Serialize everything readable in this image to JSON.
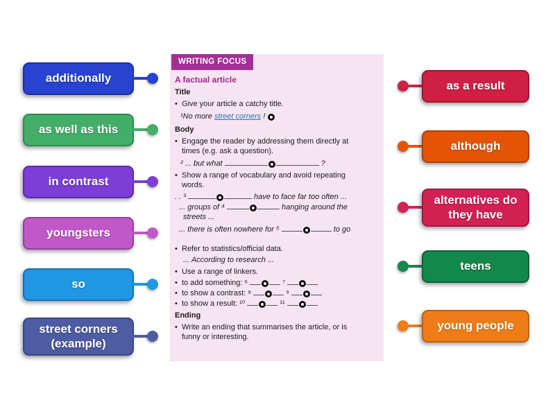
{
  "panel": {
    "header": "WRITING FOCUS",
    "title": "A factual article",
    "bullet": "•",
    "headings": {
      "title": "Title",
      "body": "Body",
      "ending": "Ending"
    },
    "lines": {
      "catchy": "Give your article a catchy title.",
      "no_more_pre": "¹No more ",
      "no_more_link": "street corners",
      "no_more_post": " !",
      "engage_1": "Engage the reader by addressing them directly at",
      "engage_2": "times (e.g. ask a question).",
      "but_what_pre": "² ... but what ",
      "but_what_post": " ?",
      "vocab_1": "Show a range of vocabulary and avoid repeating",
      "vocab_2": "words.",
      "face_pre": ". . ³ ",
      "face_post": " have to face far too often ...",
      "groups_pre": "... groups of ⁴ ",
      "groups_post": " hanging around the",
      "streets": "streets ...",
      "nowhere_pre": "... there is often nowhere for  ⁵ ",
      "nowhere_post": " to go",
      "stats": "Refer to statistics/official data.",
      "according": "... According to research ...",
      "linkers": "Use a range of linkers.",
      "add_pre": "to add something: ⁶ ",
      "add_mid": "  ⁷ ",
      "contrast_pre": "to show a contrast: ⁸ ",
      "contrast_mid": "  ⁹ ",
      "result_pre": "to show a result: ¹⁰ ",
      "result_mid": "  ¹¹ ",
      "ending_1": "Write an ending that summarises the article, or is",
      "ending_2": "funny or interesting."
    }
  },
  "left_labels": [
    {
      "text": "additionally",
      "fill": "#2743d0",
      "edge": "#1b2f9e",
      "dot": "#2743d0"
    },
    {
      "text": "as well as this",
      "fill": "#43ae69",
      "edge": "#2e8a50",
      "dot": "#43ae69"
    },
    {
      "text": "in contrast",
      "fill": "#7b3ed6",
      "edge": "#5a2ba6",
      "dot": "#7b3ed6"
    },
    {
      "text": "youngsters",
      "fill": "#c158c9",
      "edge": "#973f9e",
      "dot": "#c158c9"
    },
    {
      "text": "so",
      "fill": "#2196e4",
      "edge": "#1571b3",
      "dot": "#2196e4"
    },
    {
      "text": "street corners (example)",
      "fill": "#4d5ca3",
      "edge": "#39477f",
      "dot": "#4d5ca3"
    }
  ],
  "right_labels": [
    {
      "text": "as a result",
      "fill": "#cf2043",
      "edge": "#9d1730",
      "dot": "#cf2043"
    },
    {
      "text": "although",
      "fill": "#e45404",
      "edge": "#b03f03",
      "dot": "#e45404"
    },
    {
      "text": "alternatives do they have",
      "fill": "#d42153",
      "edge": "#a3153c",
      "dot": "#d42153"
    },
    {
      "text": "teens",
      "fill": "#12884a",
      "edge": "#0b6234",
      "dot": "#12884a"
    },
    {
      "text": "young people",
      "fill": "#ef7d17",
      "edge": "#c05f0b",
      "dot": "#ef7d17"
    }
  ]
}
